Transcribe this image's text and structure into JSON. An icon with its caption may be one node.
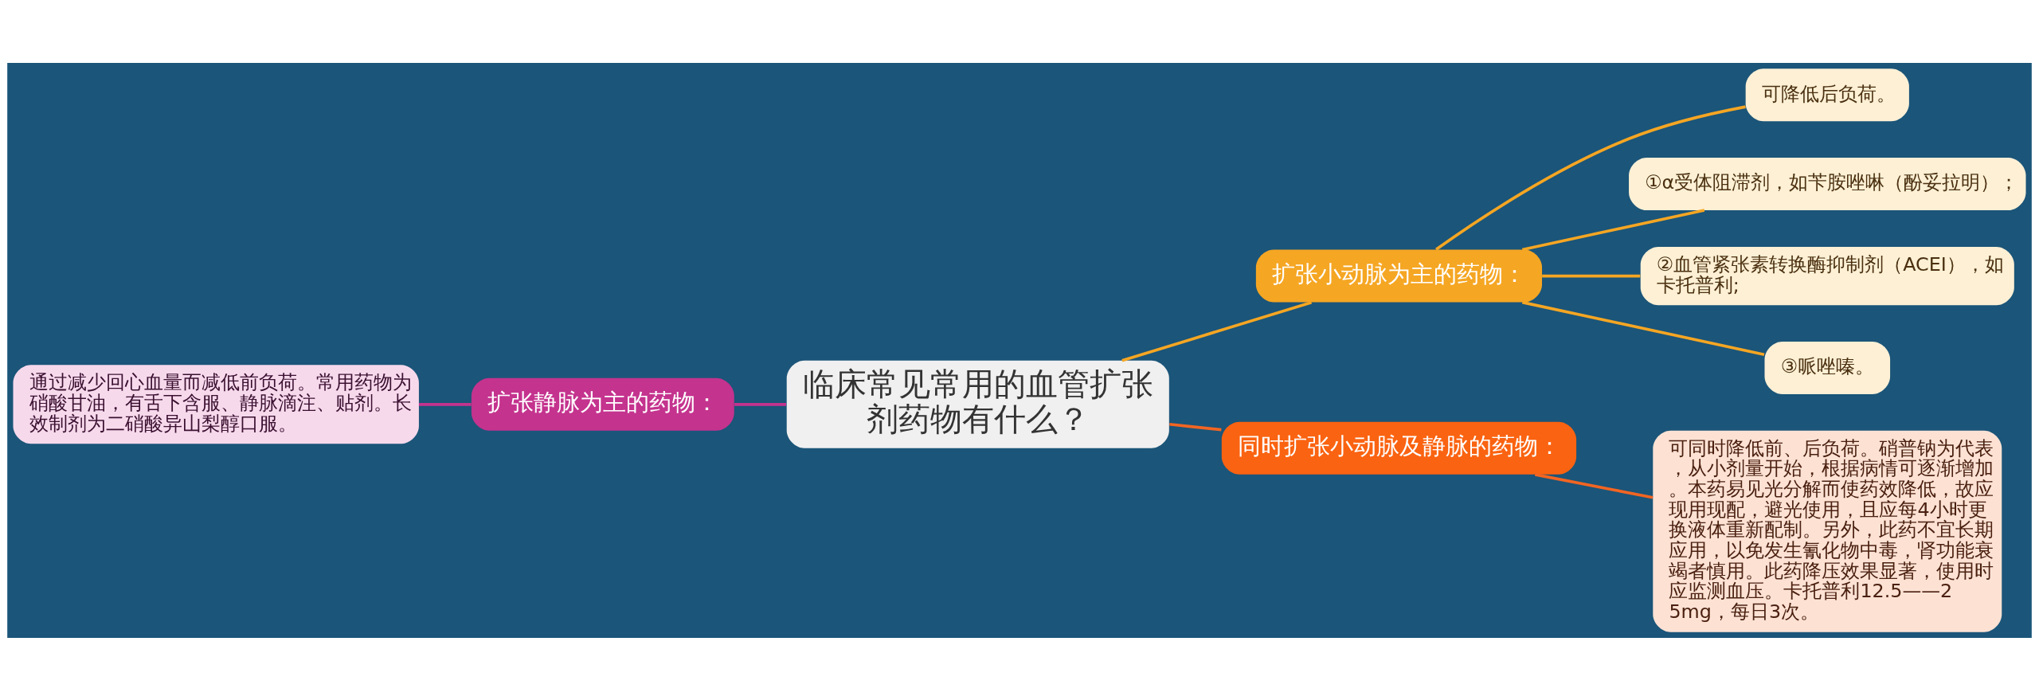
{
  "diagram": {
    "nodes": [
      {
        "text": [
          "临床常见常用的血管扩张剂药物有什么？"
        ]
      },
      {
        "text": [
          "扩张小动脉为主的药物："
        ]
      },
      {
        "text": [
          "可降低后负荷。"
        ]
      },
      {
        "text": [
          "①α受体阻滞剂，如苄胺唑啉（酚妥拉明）；"
        ]
      },
      {
        "text": [
          "②血管紧张素转换酶抑制剂（ACEI），如卡托普利;"
        ]
      },
      {
        "text": [
          "③哌唑嗪。"
        ]
      },
      {
        "text": [
          "同时扩张小动脉及静脉的药物："
        ]
      },
      {
        "text": [
          "可同时降低前、后负荷。硝普钠为代表，从小剂量开始，根据病情可逐渐增加。本药易见光分解而使药效降低，故应现用现配，避光使用，且应每4小时更换液体重新配制。另外，此药不宜长期应用，以免发生氰化物中毒，肾功能衰竭者慎用。此药降压效果显著，使用时应监测血压。卡托普利12.5——25mg，每日3次。"
        ]
      },
      {
        "text": [
          "扩张静脉为主的药物："
        ]
      },
      {
        "text": [
          "通过减少回心血量而减低前负荷。常用药物为硝酸甘油，有舌下含服、静脉滴注、贴剂。长效制剂为二硝酸异山梨醇口服。"
        ]
      }
    ],
    "edges": [
      {
        "from": 0,
        "to": 1,
        "arrow": "none"
      },
      {
        "from": 1,
        "to": 2,
        "arrow": "none"
      },
      {
        "from": 1,
        "to": 3,
        "arrow": "none"
      },
      {
        "from": 1,
        "to": 4,
        "arrow": "none"
      },
      {
        "from": 1,
        "to": 5,
        "arrow": "none"
      },
      {
        "from": 0,
        "to": 6,
        "arrow": "none",
        "color": "#f26522"
      },
      {
        "from": 6,
        "to": 7,
        "arrow": "none",
        "color": "#f26522"
      },
      {
        "from": 0,
        "to": 8,
        "arrow": "none",
        "color": "#c4338e"
      },
      {
        "from": 8,
        "to": 9,
        "arrow": "none",
        "color": "#c4338e"
      }
    ]
  }
}
